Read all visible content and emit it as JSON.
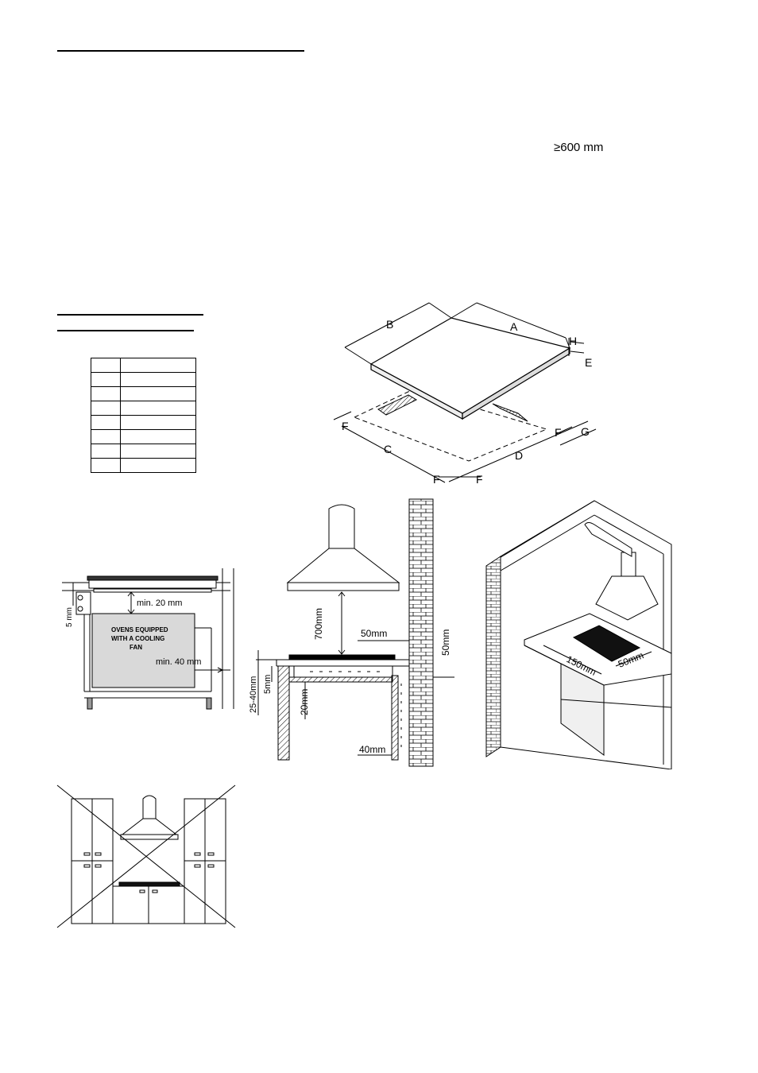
{
  "header": {
    "clearance_label": "≥600 mm"
  },
  "cutout_diagram": {
    "labels": {
      "A": "A",
      "B": "B",
      "C": "C",
      "D": "D",
      "E": "E",
      "F": "F",
      "G": "G",
      "H": "H"
    }
  },
  "dimension_table": {
    "rows": 8,
    "columns": 2
  },
  "oven_diagram": {
    "min20": "min. 20 mm",
    "min40": "min. 40 mm",
    "gap5": "5 mm",
    "oven_line1": "OVENS EQUIPPED",
    "oven_line2": "WITH A COOLING",
    "oven_line3": "FAN"
  },
  "hood_diagram": {
    "d700": "700mm",
    "d50a": "50mm",
    "d50b": "50mm",
    "d5": "5mm",
    "d2540": "25-40mm",
    "d20": "20mm",
    "d40": "40mm"
  },
  "corner_diagram": {
    "d150": "150mm",
    "d50": "50mm"
  }
}
